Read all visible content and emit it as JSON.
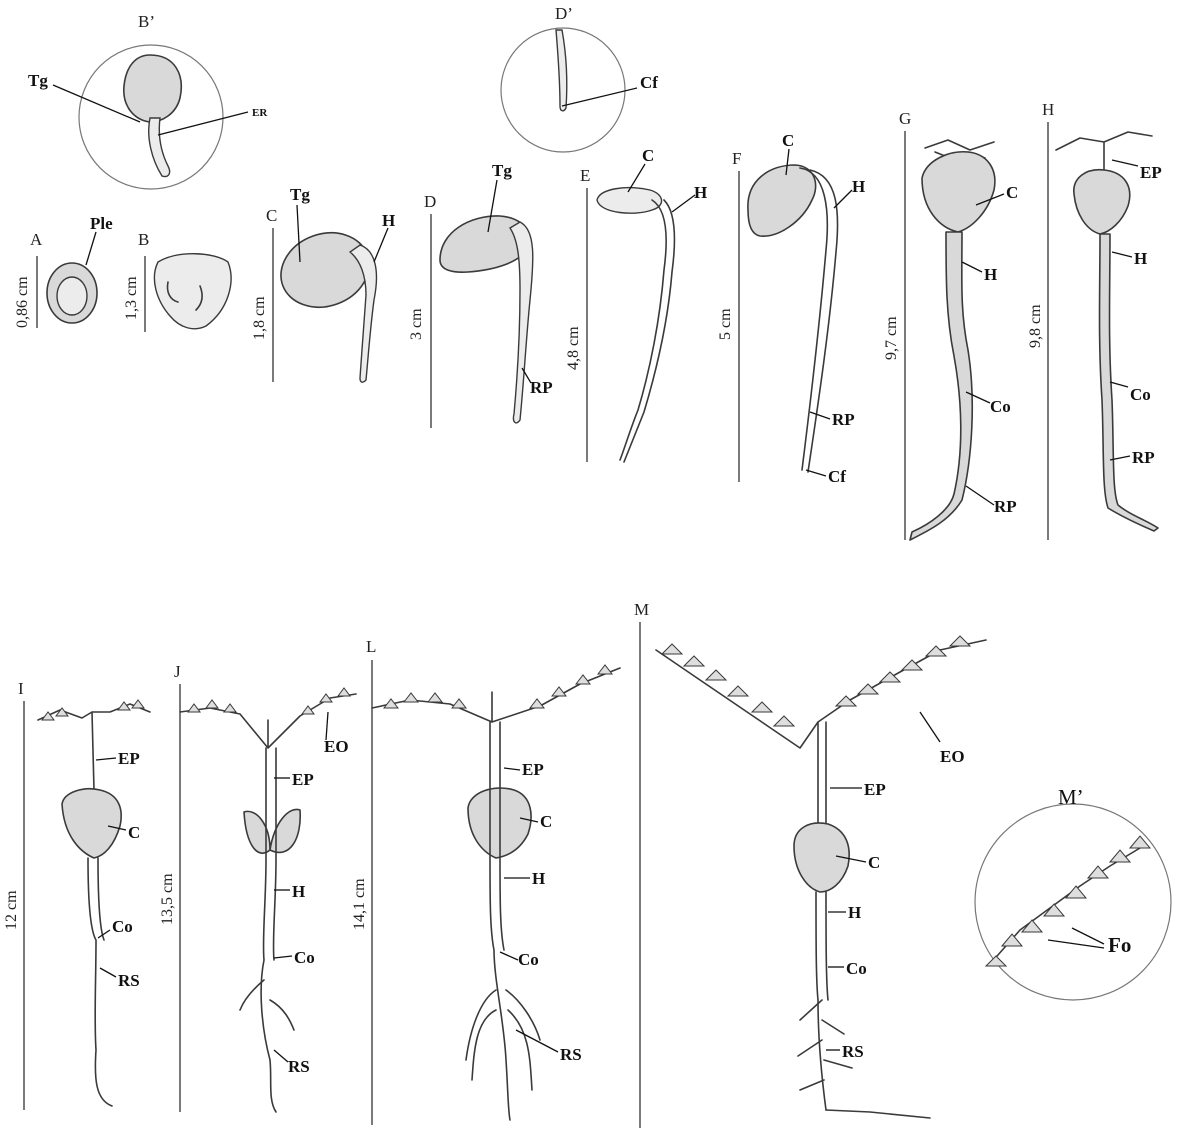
{
  "panels": {
    "A": "A",
    "B": "B",
    "B_prime": "B’",
    "C": "C",
    "D": "D",
    "D_prime": "D’",
    "E": "E",
    "F": "F",
    "G": "G",
    "H": "H",
    "I": "I",
    "J": "J",
    "L": "L",
    "M": "M",
    "M_prime": "M’"
  },
  "measurements": {
    "A": "0,86 cm",
    "B": "1,3 cm",
    "C": "1,8 cm",
    "D": "3 cm",
    "E": "4,8 cm",
    "F": "5 cm",
    "G": "9,7 cm",
    "H": "9,8 cm",
    "I": "12 cm",
    "J": "13,5 cm",
    "L": "14,1 cm"
  },
  "labels": {
    "A": [
      "Ple"
    ],
    "B_prime": [
      "Tg",
      "ER"
    ],
    "C": [
      "Tg",
      "H"
    ],
    "D": [
      "Tg",
      "RP"
    ],
    "D_prime": [
      "Cf"
    ],
    "E": [
      "C",
      "H"
    ],
    "F": [
      "C",
      "H",
      "RP",
      "Cf"
    ],
    "G": [
      "C",
      "H",
      "Co",
      "RP"
    ],
    "H": [
      "EP",
      "H",
      "Co",
      "RP"
    ],
    "I": [
      "EP",
      "C",
      "Co",
      "RS"
    ],
    "J": [
      "EO",
      "EP",
      "H",
      "Co",
      "RS"
    ],
    "L": [
      "EP",
      "C",
      "H",
      "Co",
      "RS"
    ],
    "M": [
      "EO",
      "EP",
      "C",
      "H",
      "Co",
      "RS"
    ],
    "M_prime": [
      "Fo"
    ]
  }
}
